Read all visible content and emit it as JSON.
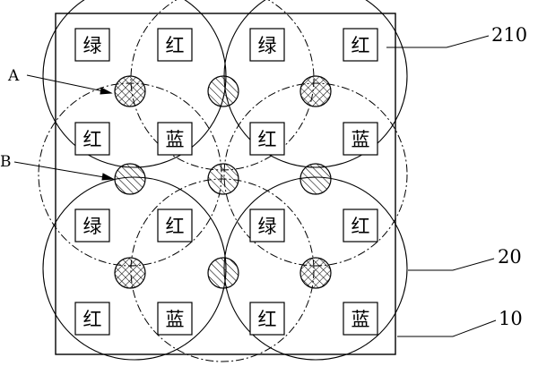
{
  "diagram": {
    "cells": [
      [
        "绿",
        "红",
        "绿",
        "红"
      ],
      [
        "红",
        "蓝",
        "红",
        "蓝"
      ],
      [
        "绿",
        "红",
        "绿",
        "红"
      ],
      [
        "红",
        "蓝",
        "红",
        "蓝"
      ]
    ],
    "markers": {
      "A": "A",
      "B": "B"
    },
    "references": {
      "r210": "210",
      "r20": "20",
      "r10": "10"
    },
    "nodes": [
      {
        "type": "cross",
        "row": 0,
        "col": 0
      },
      {
        "type": "diag",
        "row": 0,
        "col": 1
      },
      {
        "type": "cross",
        "row": 0,
        "col": 2
      },
      {
        "type": "diag",
        "row": 1,
        "col": 0
      },
      {
        "type": "diag",
        "row": 1,
        "col": 1
      },
      {
        "type": "diag",
        "row": 1,
        "col": 2
      },
      {
        "type": "cross",
        "row": 2,
        "col": 0
      },
      {
        "type": "diag",
        "row": 2,
        "col": 1
      },
      {
        "type": "cross",
        "row": 2,
        "col": 2
      }
    ]
  }
}
